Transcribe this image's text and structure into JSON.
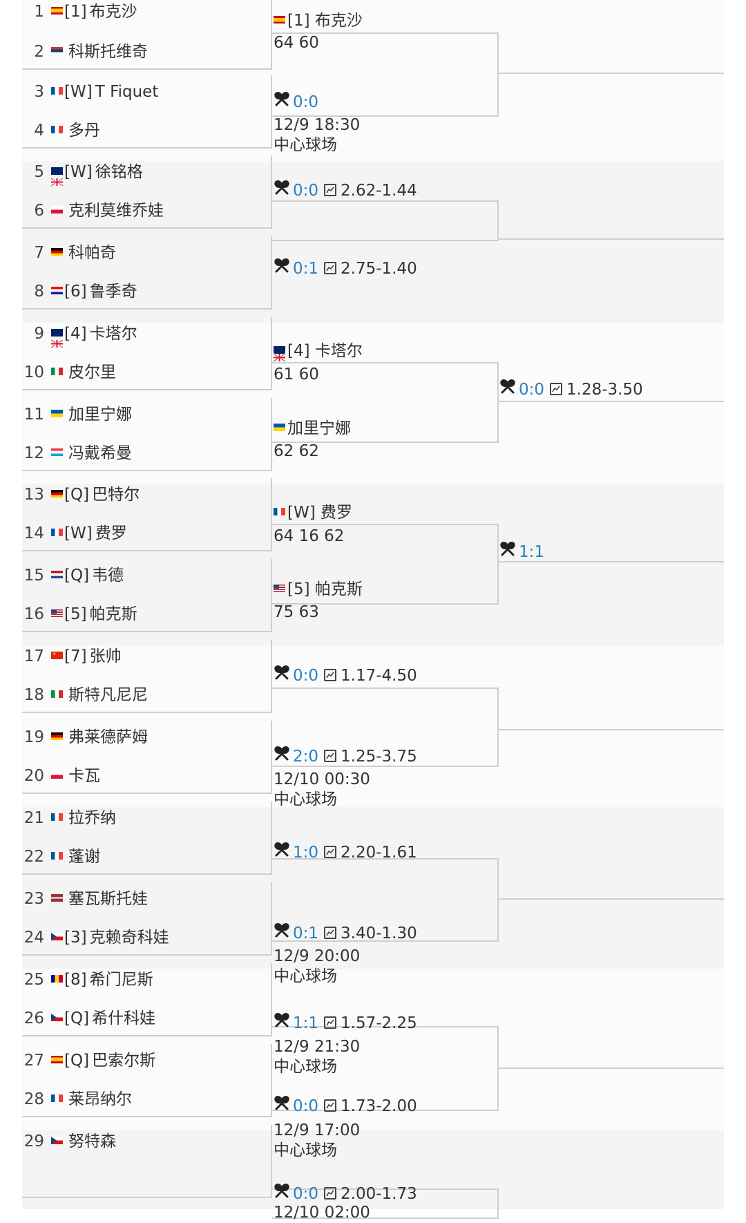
{
  "players": [
    {
      "seed": "1",
      "code": "[1]",
      "name": "布克沙",
      "flag": "es"
    },
    {
      "seed": "2",
      "code": "",
      "name": "科斯托维奇",
      "flag": "rs"
    },
    {
      "seed": "3",
      "code": "[W]",
      "name": "T Fiquet",
      "flag": "fr"
    },
    {
      "seed": "4",
      "code": "",
      "name": "多丹",
      "flag": "fr"
    },
    {
      "seed": "5",
      "code": "[W]",
      "name": "徐铭格",
      "flag": "gb"
    },
    {
      "seed": "6",
      "code": "",
      "name": "克利莫维乔娃",
      "flag": "pl"
    },
    {
      "seed": "7",
      "code": "",
      "name": "科帕奇",
      "flag": "de"
    },
    {
      "seed": "8",
      "code": "[6]",
      "name": "鲁季奇",
      "flag": "hr"
    },
    {
      "seed": "9",
      "code": "[4]",
      "name": "卡塔尔",
      "flag": "gb"
    },
    {
      "seed": "10",
      "code": "",
      "name": "皮尔里",
      "flag": "it"
    },
    {
      "seed": "11",
      "code": "",
      "name": "加里宁娜",
      "flag": "ua"
    },
    {
      "seed": "12",
      "code": "",
      "name": "冯戴希曼",
      "flag": "lu"
    },
    {
      "seed": "13",
      "code": "[Q]",
      "name": "巴特尔",
      "flag": "de"
    },
    {
      "seed": "14",
      "code": "[W]",
      "name": "费罗",
      "flag": "fr"
    },
    {
      "seed": "15",
      "code": "[Q]",
      "name": "韦德",
      "flag": "nl"
    },
    {
      "seed": "16",
      "code": "[5]",
      "name": "帕克斯",
      "flag": "us"
    },
    {
      "seed": "17",
      "code": "[7]",
      "name": "张帅",
      "flag": "cn"
    },
    {
      "seed": "18",
      "code": "",
      "name": "斯特凡尼尼",
      "flag": "it"
    },
    {
      "seed": "19",
      "code": "",
      "name": "弗莱德萨姆",
      "flag": "de"
    },
    {
      "seed": "20",
      "code": "",
      "name": "卡瓦",
      "flag": "pl"
    },
    {
      "seed": "21",
      "code": "",
      "name": "拉乔纳",
      "flag": "fr"
    },
    {
      "seed": "22",
      "code": "",
      "name": "蓬谢",
      "flag": "fr"
    },
    {
      "seed": "23",
      "code": "",
      "name": "塞瓦斯托娃",
      "flag": "lv"
    },
    {
      "seed": "24",
      "code": "[3]",
      "name": "克赖奇科娃",
      "flag": "cz"
    },
    {
      "seed": "25",
      "code": "[8]",
      "name": "希门尼斯",
      "flag": "ad"
    },
    {
      "seed": "26",
      "code": "[Q]",
      "name": "希什科娃",
      "flag": "cz"
    },
    {
      "seed": "27",
      "code": "[Q]",
      "name": "巴索尔斯",
      "flag": "es"
    },
    {
      "seed": "28",
      "code": "",
      "name": "莱昂纳尔",
      "flag": "fr"
    },
    {
      "seed": "29",
      "code": "",
      "name": "努特森",
      "flag": "cz"
    }
  ],
  "round2": [
    {
      "type": "player",
      "flag": "es",
      "label": "[1] 布克沙"
    },
    {
      "type": "score",
      "value": "64 60"
    },
    {
      "type": "live",
      "h2h": "0:0"
    },
    {
      "type": "text",
      "value": "12/9 18:30"
    },
    {
      "type": "text",
      "value": "中心球场"
    },
    {
      "type": "live",
      "h2h": "0:0",
      "odds": "2.62-1.44"
    },
    {
      "type": "live",
      "h2h": "0:1",
      "odds": "2.75-1.40"
    },
    {
      "type": "player",
      "flag": "gb",
      "label": "[4] 卡塔尔"
    },
    {
      "type": "score",
      "value": "61 60"
    },
    {
      "type": "player",
      "flag": "ua",
      "label": "加里宁娜"
    },
    {
      "type": "score",
      "value": "62 62"
    },
    {
      "type": "player",
      "flag": "fr",
      "label": "[W] 费罗"
    },
    {
      "type": "score",
      "value": "64 16 62"
    },
    {
      "type": "player",
      "flag": "us",
      "label": "[5] 帕克斯"
    },
    {
      "type": "score",
      "value": "75 63"
    },
    {
      "type": "live",
      "h2h": "0:0",
      "odds": "1.17-4.50"
    },
    {
      "type": "live",
      "h2h": "2:0",
      "odds": "1.25-3.75"
    },
    {
      "type": "text",
      "value": "12/10 00:30"
    },
    {
      "type": "text",
      "value": "中心球场"
    },
    {
      "type": "live",
      "h2h": "1:0",
      "odds": "2.20-1.61"
    },
    {
      "type": "live",
      "h2h": "0:1",
      "odds": "3.40-1.30"
    },
    {
      "type": "text",
      "value": "12/9 20:00"
    },
    {
      "type": "text",
      "value": "中心球场"
    },
    {
      "type": "live",
      "h2h": "1:1",
      "odds": "1.57-2.25"
    },
    {
      "type": "text",
      "value": "12/9 21:30"
    },
    {
      "type": "text",
      "value": "中心球场"
    },
    {
      "type": "live",
      "h2h": "0:0",
      "odds": "1.73-2.00"
    },
    {
      "type": "text",
      "value": "12/9 17:00"
    },
    {
      "type": "text",
      "value": "中心球场"
    },
    {
      "type": "live",
      "h2h": "0:0",
      "odds": "2.00-1.73"
    },
    {
      "type": "text",
      "value": "12/10 02:00"
    }
  ],
  "round3": [
    {
      "type": "live",
      "h2h": "0:0",
      "odds": "1.28-3.50"
    },
    {
      "type": "live",
      "h2h": "1:1"
    }
  ],
  "colors": {
    "live": "#2a7fbf",
    "line": "#cfcfcf",
    "band": "#f4f4f4"
  },
  "icons": {
    "h2h": "crossed-rackets-icon",
    "odds": "odds-chart-icon"
  }
}
